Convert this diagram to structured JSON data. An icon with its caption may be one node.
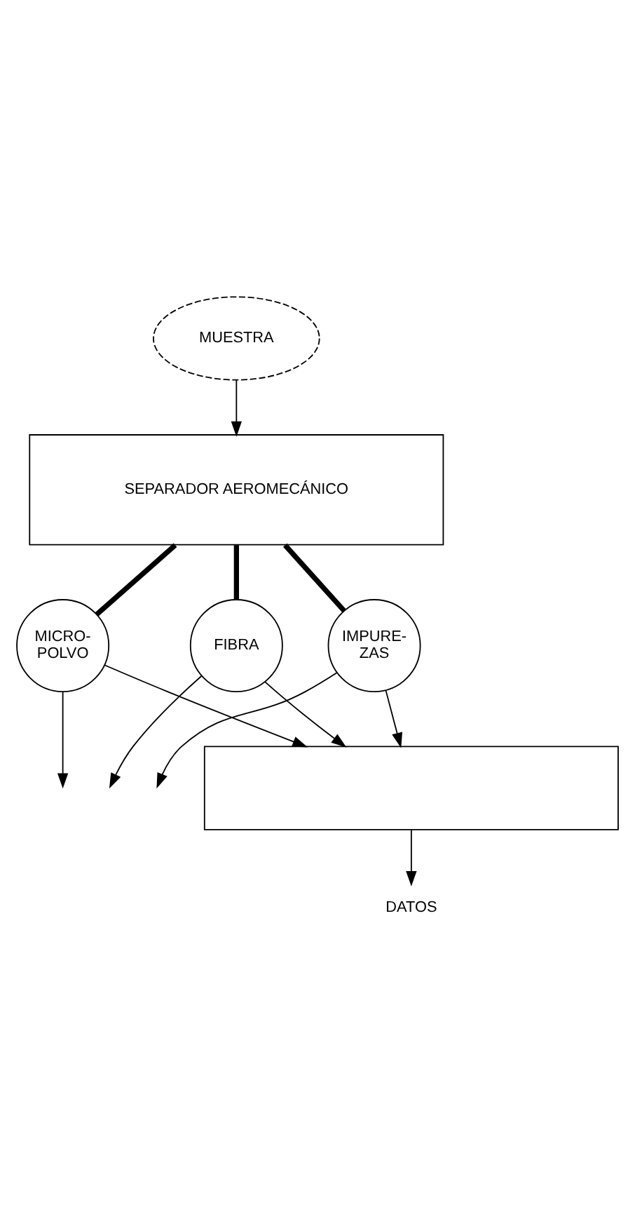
{
  "diagram": {
    "nodes": [
      {
        "text": [
          "MUESTRA"
        ]
      },
      {
        "text": [
          "SEPARADOR AEROMECÁNICO"
        ]
      },
      {
        "text": [
          "MICRO- POLVO"
        ]
      },
      {
        "text": [
          "FIBRA"
        ]
      },
      {
        "text": [
          "IMPURE- ZAS"
        ]
      },
      {
        "text": [],
        "shape": "box"
      },
      {
        "text": [
          "DATOS"
        ]
      }
    ],
    "edges": [
      {
        "from": 0,
        "to": 1,
        "arrow": "to"
      },
      {
        "from": 1,
        "to": 2,
        "arrow": "none",
        "style": "thick"
      },
      {
        "from": 1,
        "to": 3,
        "arrow": "none",
        "style": "thick"
      },
      {
        "from": 1,
        "to": 4,
        "arrow": "none",
        "style": "thick"
      },
      {
        "from": 2,
        "to": null,
        "arrow": "to"
      },
      {
        "from": 2,
        "to": 5,
        "arrow": "to"
      },
      {
        "from": 3,
        "to": null,
        "arrow": "to"
      },
      {
        "from": 3,
        "to": 5,
        "arrow": "to"
      },
      {
        "from": 4,
        "to": null,
        "arrow": "to"
      },
      {
        "from": 4,
        "to": 5,
        "arrow": "to"
      },
      {
        "from": 5,
        "to": 6,
        "arrow": "to"
      }
    ]
  }
}
